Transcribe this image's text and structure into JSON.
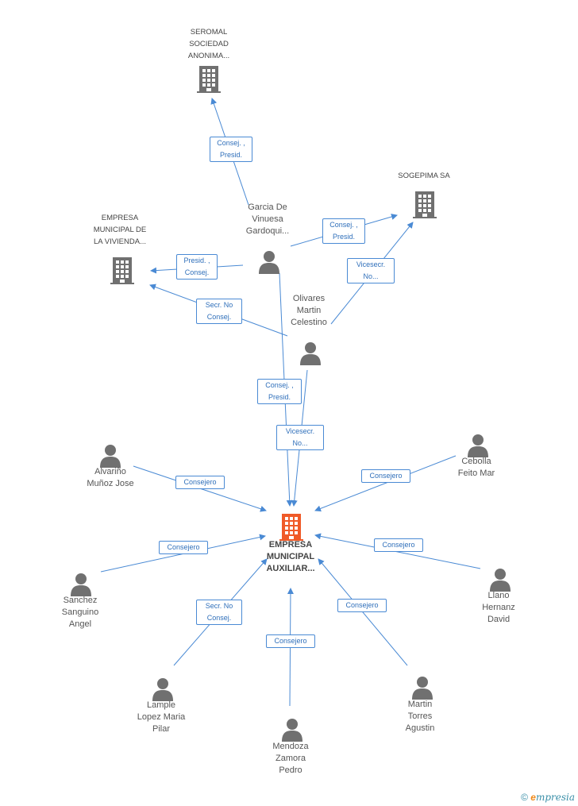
{
  "colors": {
    "edge": "#4a8ad4",
    "company": "#707070",
    "person": "#707070",
    "main": "#f05a28"
  },
  "nodes": {
    "seromal": {
      "label_lines": [
        "SEROMAL",
        "SOCIEDAD",
        "ANONIMA..."
      ]
    },
    "sogepima": {
      "label_lines": [
        "SOGEPIMA SA"
      ]
    },
    "empresa_vivienda": {
      "label_lines": [
        "EMPRESA",
        "MUNICIPAL DE",
        "LA VIVIENDA..."
      ]
    },
    "main": {
      "label_lines": [
        "EMPRESA",
        "MUNICIPAL",
        "AUXILIAR..."
      ]
    },
    "garcia": {
      "label_lines": [
        "Garcia De",
        "Vinuesa",
        "Gardoqui..."
      ]
    },
    "olivares": {
      "label_lines": [
        "Olivares",
        "Martin",
        "Celestino"
      ]
    },
    "alvarino": {
      "label_lines": [
        "Alvariño",
        "Muñoz Jose"
      ]
    },
    "cebolla": {
      "label_lines": [
        "Cebolla",
        "Feito Mar"
      ]
    },
    "sanchez": {
      "label_lines": [
        "Sanchez",
        "Sanguino",
        "Angel"
      ]
    },
    "llano": {
      "label_lines": [
        "Llano",
        "Hernanz",
        "David"
      ]
    },
    "lample": {
      "label_lines": [
        "Lample",
        "Lopez Maria",
        "Pilar"
      ]
    },
    "mendoza": {
      "label_lines": [
        "Mendoza",
        "Zamora",
        "Pedro"
      ]
    },
    "martin": {
      "label_lines": [
        "Martin",
        "Torres",
        "Agustin"
      ]
    }
  },
  "edges": [
    {
      "from": "garcia",
      "to": "seromal",
      "label_lines": [
        "Consej. ,",
        "Presid."
      ]
    },
    {
      "from": "garcia",
      "to": "sogepima",
      "label_lines": [
        "Consej. ,",
        "Presid."
      ]
    },
    {
      "from": "garcia",
      "to": "empresa_vivienda",
      "label_lines": [
        "Presid. ,",
        "Consej."
      ]
    },
    {
      "from": "olivares",
      "to": "sogepima",
      "label_lines": [
        "Vicesecr.",
        "No..."
      ]
    },
    {
      "from": "olivares",
      "to": "empresa_vivienda",
      "label_lines": [
        "Secr.  No",
        "Consej."
      ]
    },
    {
      "from": "garcia",
      "to": "main",
      "label_lines": [
        "Consej. ,",
        "Presid."
      ]
    },
    {
      "from": "olivares",
      "to": "main",
      "label_lines": [
        "Vicesecr.",
        "No..."
      ]
    },
    {
      "from": "alvarino",
      "to": "main",
      "label_lines": [
        "Consejero"
      ]
    },
    {
      "from": "cebolla",
      "to": "main",
      "label_lines": [
        "Consejero"
      ]
    },
    {
      "from": "sanchez",
      "to": "main",
      "label_lines": [
        "Consejero"
      ]
    },
    {
      "from": "llano",
      "to": "main",
      "label_lines": [
        "Consejero"
      ]
    },
    {
      "from": "lample",
      "to": "main",
      "label_lines": [
        "Secr.  No",
        "Consej."
      ]
    },
    {
      "from": "mendoza",
      "to": "main",
      "label_lines": [
        "Consejero"
      ]
    },
    {
      "from": "martin",
      "to": "main",
      "label_lines": [
        "Consejero"
      ]
    }
  ],
  "footer": {
    "copyright": "©",
    "brand_initial": "e",
    "brand_rest": "mpresia"
  }
}
